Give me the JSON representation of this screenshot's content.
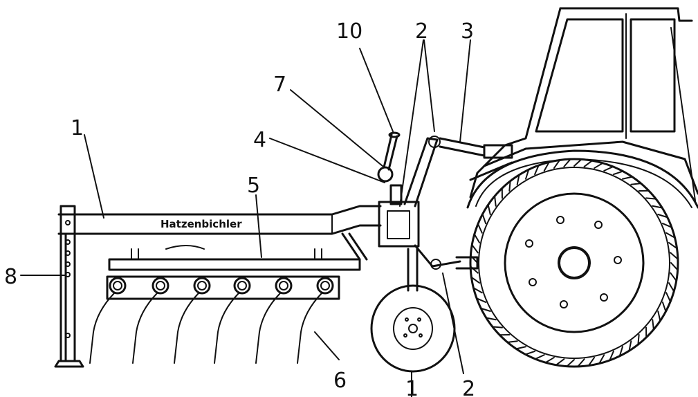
{
  "brand_text": "Hatzenbichler",
  "callouts": {
    "frame": "1",
    "lift_arm_top": "2",
    "top_link_cylinder": "3",
    "hitch": "4",
    "tine_bar": "5",
    "spring_tines": "6",
    "ball_joint": "7",
    "parking_stand": "8",
    "handle": "10",
    "depth_wheel": "1",
    "lower_link": "2"
  }
}
